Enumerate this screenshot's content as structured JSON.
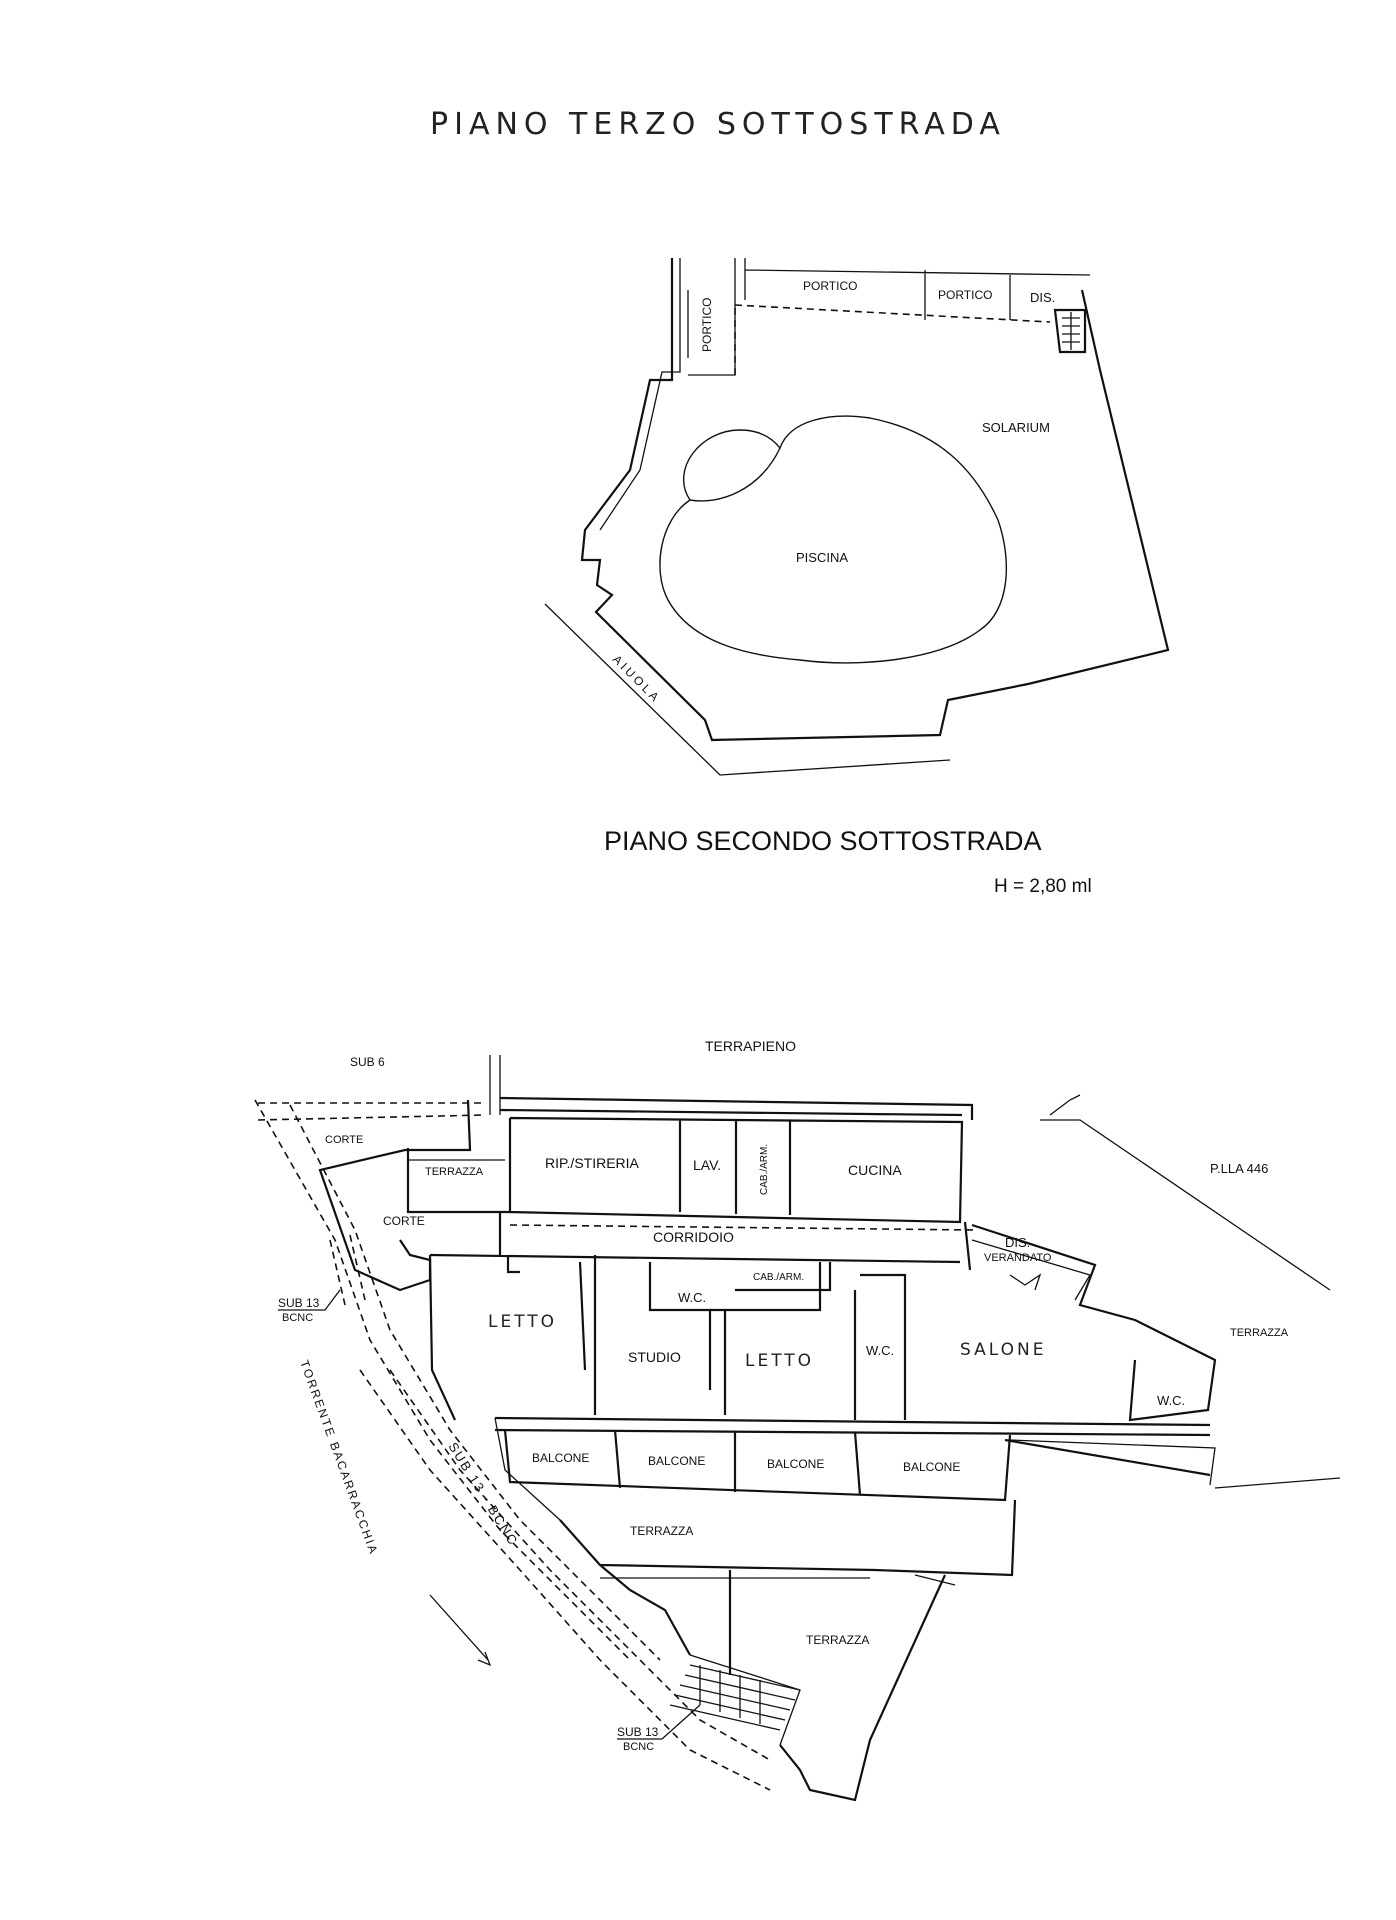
{
  "plan_upper": {
    "title": "PIANO TERZO SOTTOSTRADA",
    "rooms": {
      "portico_vertical": "PORTICO",
      "portico_top": "PORTICO",
      "portico_small": "PORTICO",
      "dis": "DIS.",
      "solarium": "SOLARIUM",
      "piscina": "PISCINA",
      "aiuola": "AIUOLA"
    }
  },
  "plan_lower": {
    "title": "PIANO SECONDO SOTTOSTRADA",
    "height_note": "H = 2,80 ml",
    "labels": {
      "sub6": "SUB 6",
      "terrapieno": "TERRAPIENO",
      "corte_top": "CORTE",
      "terrazza_small": "TERRAZZA",
      "corte": "CORTE",
      "rip_stireria": "RIP./STIRERIA",
      "lav": "LAV.",
      "cab_arm_vertical": "CAB./ARM.",
      "cucina": "CUCINA",
      "plla": "P.LLA 446",
      "corridoio": "CORRIDOIO",
      "dis": "DIS.",
      "verandato": "VERANDATO",
      "cab_arm": "CAB./ARM.",
      "wc1": "W.C.",
      "letto1": "LETTO",
      "studio": "STUDIO",
      "letto2": "LETTO",
      "wc2": "W.C.",
      "salone": "SALONE",
      "terrazza_right": "TERRAZZA",
      "wc3": "W.C.",
      "sub13_bcnc_a": "SUB 13",
      "bcnc_a": "BCNC",
      "torrente": "TORRENTE BACARRACCHIA",
      "sub13_diag": "SUB 13 - BCNC",
      "balcone1": "BALCONE",
      "balcone2": "BALCONE",
      "balcone3": "BALCONE",
      "balcone4": "BALCONE",
      "terrazza_mid": "TERRAZZA",
      "terrazza_bottom": "TERRAZZA",
      "sub13_bcnc_b": "SUB 13",
      "bcnc_b": "BCNC"
    }
  }
}
